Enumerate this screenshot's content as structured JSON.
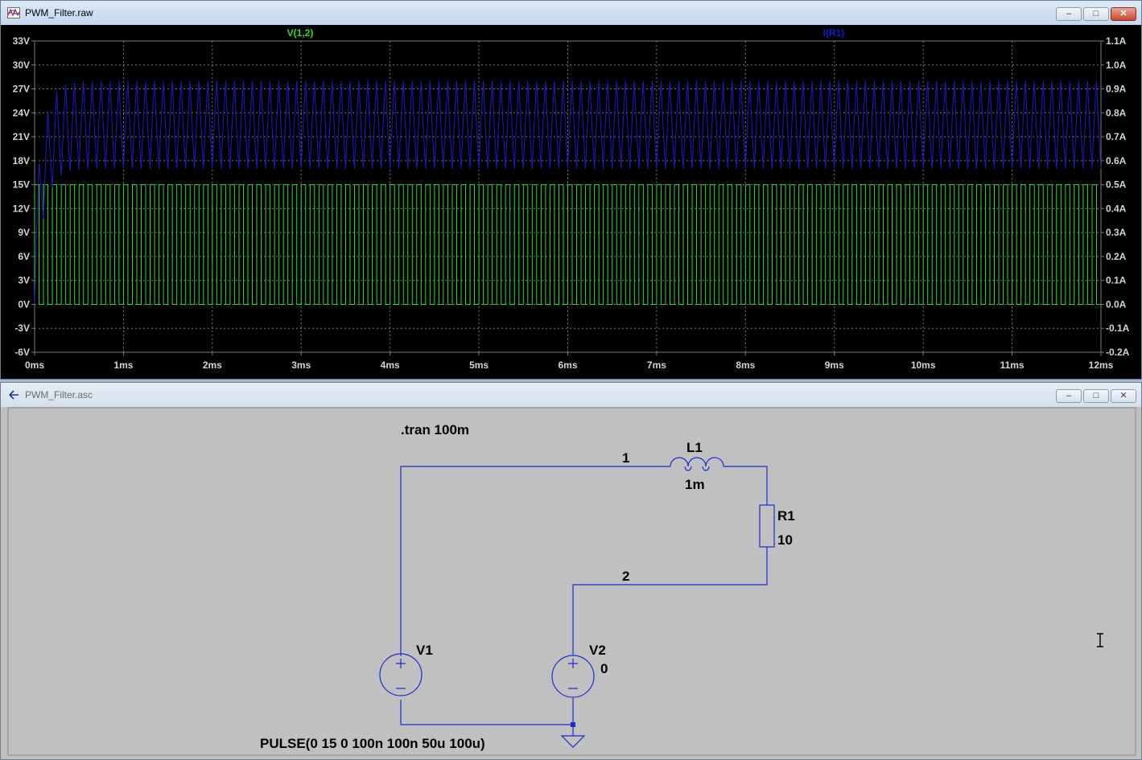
{
  "plot_window": {
    "title": "PWM_Filter.raw",
    "trace_labels": {
      "voltage": "V(1,2)",
      "current": "I(R1)"
    },
    "colors": {
      "voltage": "#2bdc2b",
      "current": "#1a1ad0",
      "background": "#000000",
      "grid": "#7a7a7a"
    }
  },
  "schematic_window": {
    "title": "PWM_Filter.asc",
    "directive": ".tran 100m",
    "components": {
      "L1": {
        "name": "L1",
        "value": "1m"
      },
      "R1": {
        "name": "R1",
        "value": "10"
      },
      "V1": {
        "name": "V1",
        "value": "PULSE(0 15 0 100n 100n 50u 100u)"
      },
      "V2": {
        "name": "V2",
        "value": "0"
      }
    },
    "nets": {
      "n1": "1",
      "n2": "2"
    }
  },
  "window_buttons": {
    "minimize": "–",
    "restore": "□",
    "close": "✕"
  },
  "chart_data": {
    "type": "line",
    "x_ticks": [
      "0ms",
      "1ms",
      "2ms",
      "3ms",
      "4ms",
      "5ms",
      "6ms",
      "7ms",
      "8ms",
      "9ms",
      "10ms",
      "11ms",
      "12ms"
    ],
    "y_left_ticks": [
      "33V",
      "30V",
      "27V",
      "24V",
      "21V",
      "18V",
      "15V",
      "12V",
      "9V",
      "6V",
      "3V",
      "0V",
      "-3V",
      "-6V"
    ],
    "y_right_ticks": [
      "1.1A",
      "1.0A",
      "0.9A",
      "0.8A",
      "0.7A",
      "0.6A",
      "0.5A",
      "0.4A",
      "0.3A",
      "0.2A",
      "0.1A",
      "0.0A",
      "-0.1A",
      "-0.2A"
    ],
    "xlim_ms": [
      0,
      12
    ],
    "ylim_left_V": [
      -6,
      33
    ],
    "ylim_right_A": [
      -0.2,
      1.1
    ],
    "grid": true,
    "series": [
      {
        "name": "V(1,2)",
        "axis": "left",
        "period_us": 100,
        "duty": 0.5,
        "low_V": 0,
        "high_V": 15,
        "t_end_ms": 12
      },
      {
        "name": "I(R1)",
        "axis": "right",
        "period_us": 100,
        "steady_min_A": 0.62,
        "steady_max_A": 0.88,
        "time_constant_us": 100,
        "t_end_ms": 12
      }
    ]
  }
}
